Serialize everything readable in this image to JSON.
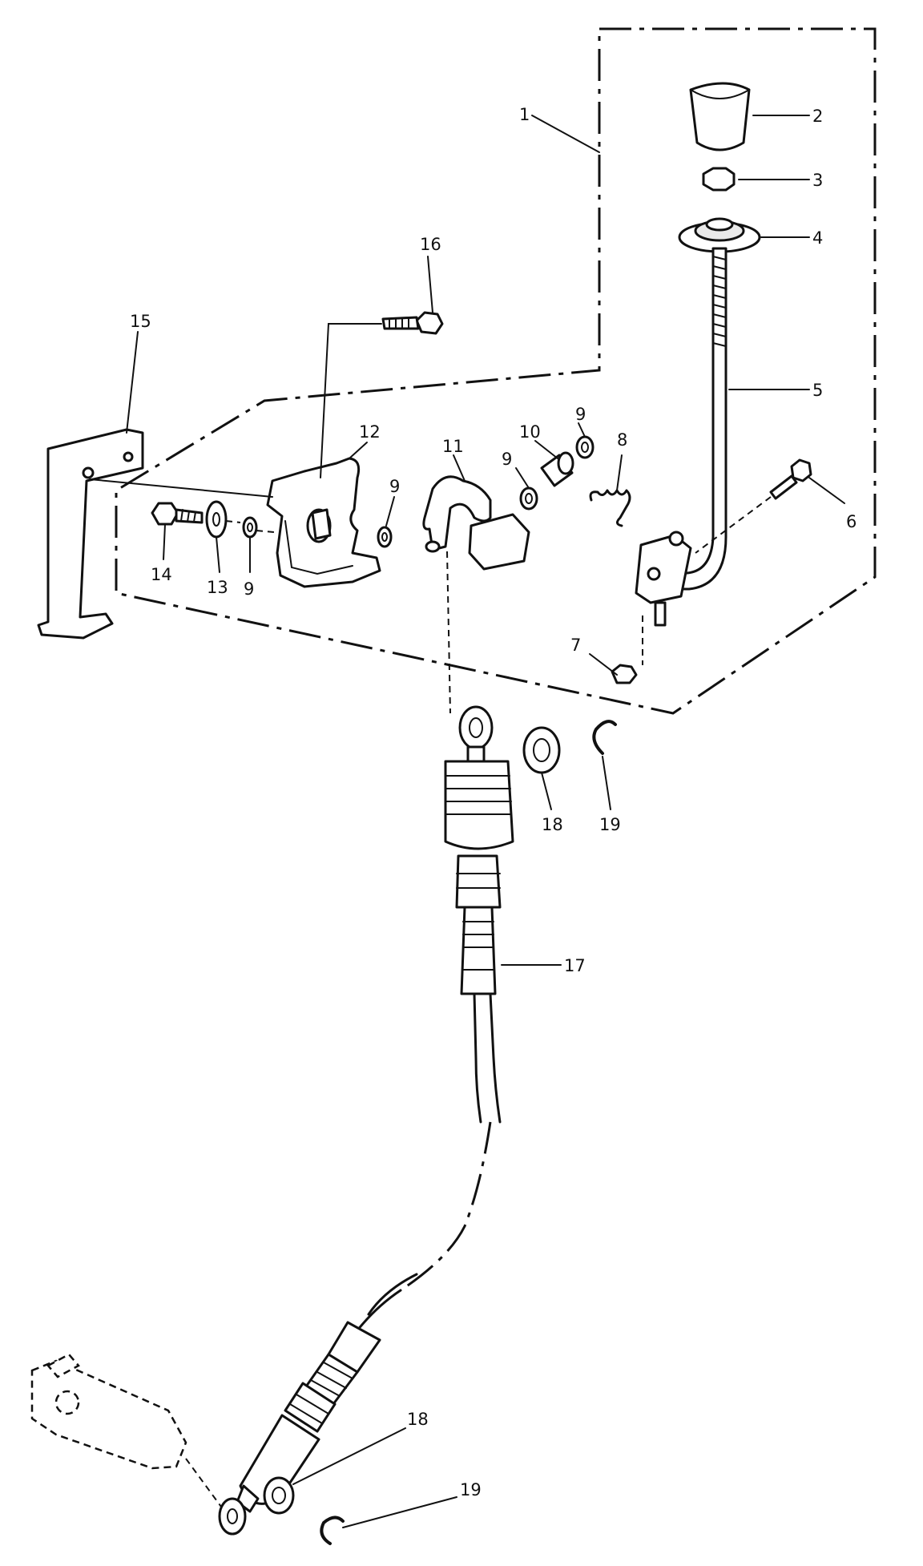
{
  "callouts": [
    {
      "id": "c1",
      "label": "1"
    },
    {
      "id": "c2",
      "label": "2"
    },
    {
      "id": "c3",
      "label": "3"
    },
    {
      "id": "c4",
      "label": "4"
    },
    {
      "id": "c5",
      "label": "5"
    },
    {
      "id": "c6",
      "label": "6"
    },
    {
      "id": "c7",
      "label": "7"
    },
    {
      "id": "c8",
      "label": "8"
    },
    {
      "id": "c9a",
      "label": "9"
    },
    {
      "id": "c9b",
      "label": "9"
    },
    {
      "id": "c9c",
      "label": "9"
    },
    {
      "id": "c9d",
      "label": "9"
    },
    {
      "id": "c10",
      "label": "10"
    },
    {
      "id": "c11",
      "label": "11"
    },
    {
      "id": "c12",
      "label": "12"
    },
    {
      "id": "c13",
      "label": "13"
    },
    {
      "id": "c14",
      "label": "14"
    },
    {
      "id": "c15",
      "label": "15"
    },
    {
      "id": "c16",
      "label": "16"
    },
    {
      "id": "c17",
      "label": "17"
    },
    {
      "id": "c18a",
      "label": "18"
    },
    {
      "id": "c19a",
      "label": "19"
    },
    {
      "id": "c18b",
      "label": "18"
    },
    {
      "id": "c19b",
      "label": "19"
    }
  ]
}
